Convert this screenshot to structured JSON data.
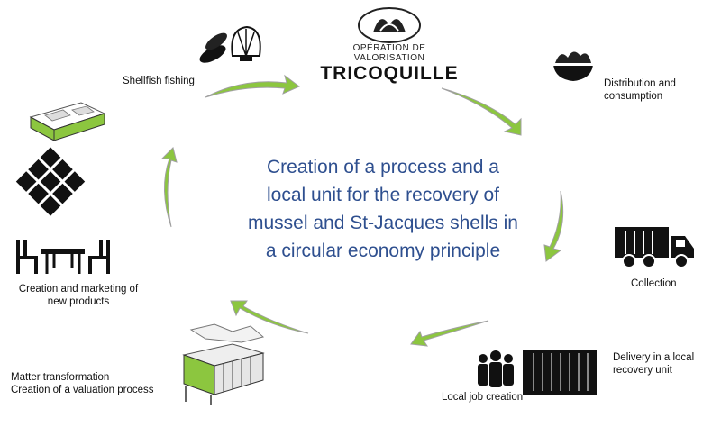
{
  "center_text": "Creation of a process and a local unit for the recovery of mussel and St-Jacques shells in a circular economy principle",
  "logo": {
    "line1": "OPÉRATION DE VALORISATION",
    "line2": "TRICOQUILLE"
  },
  "steps": [
    {
      "label": "Shellfish fishing",
      "icon": "shellfish-icon"
    },
    {
      "label": "Distribution and consumption",
      "icon": "food-bowl-icon"
    },
    {
      "label": "Collection",
      "icon": "garbage-truck-icon"
    },
    {
      "label": "Delivery in a local recovery unit",
      "icon": "container-icon"
    },
    {
      "label": "Local job creation",
      "icon": "people-icon"
    },
    {
      "label": "Matter transformation\nCreation of a valuation process",
      "icon": "factory-icon"
    },
    {
      "label": "Creation and marketing of new products",
      "icon": "products-icon"
    }
  ],
  "colors": {
    "title_blue": "#2e4f8f",
    "arrow_green": "#8cc63f",
    "arrow_outline": "#a8a8a8"
  }
}
